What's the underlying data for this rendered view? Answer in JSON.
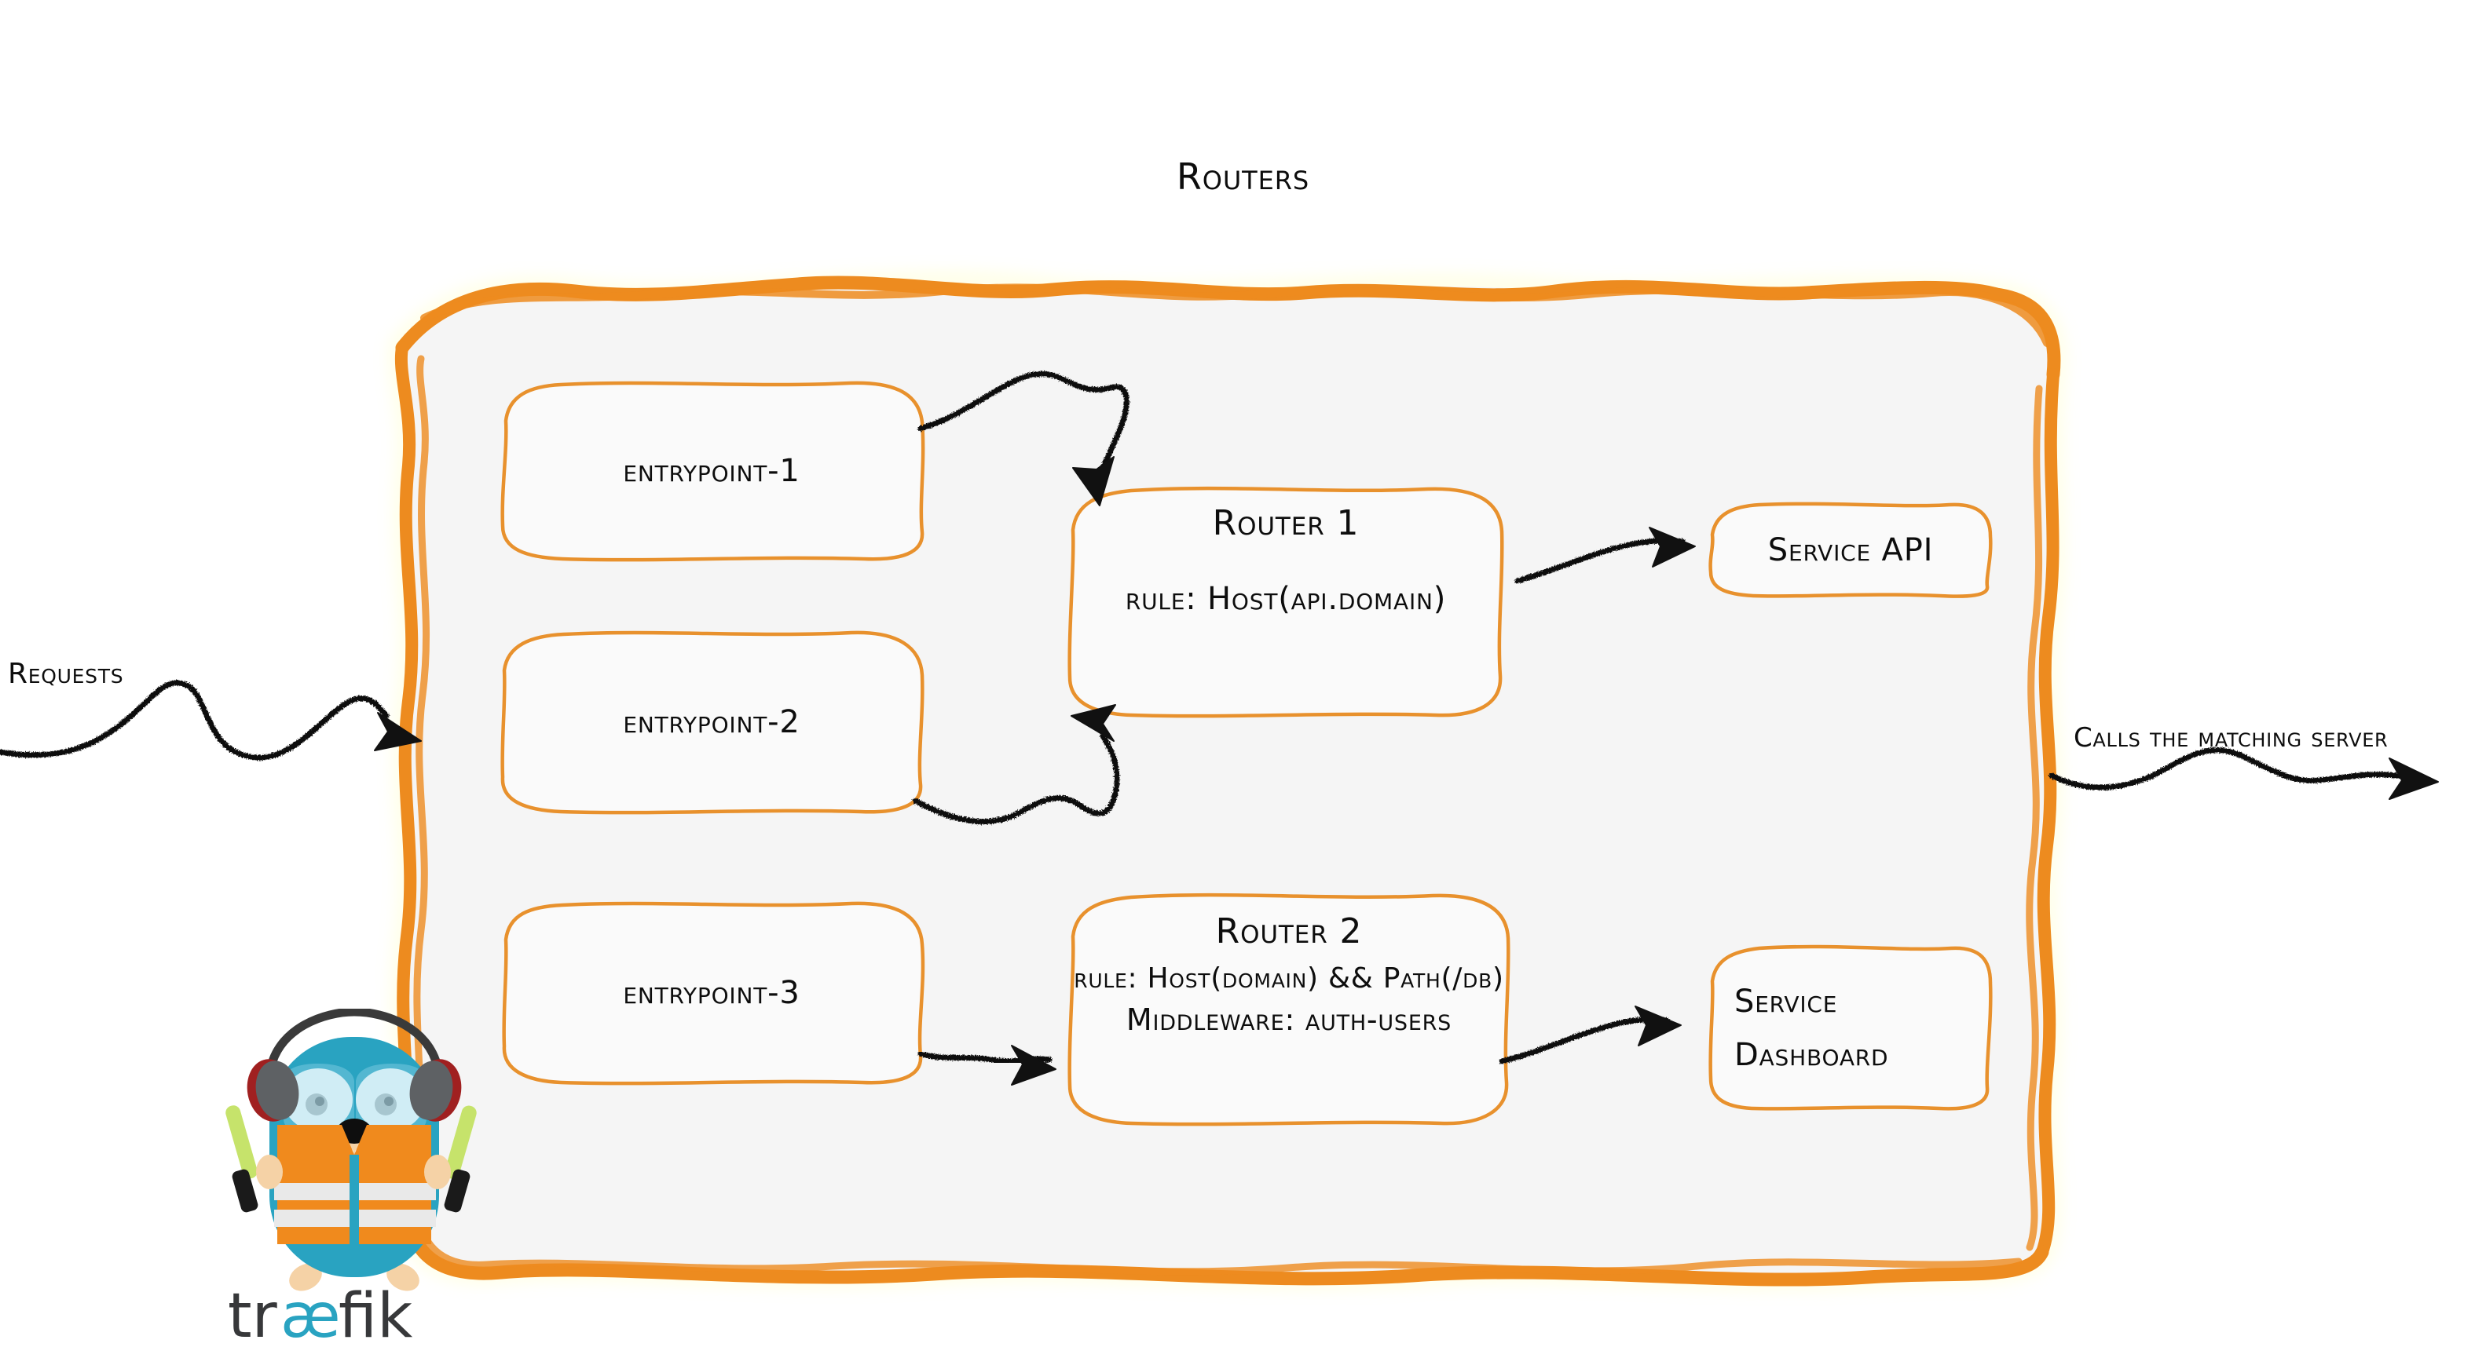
{
  "diagram": {
    "title": "Routers",
    "colors": {
      "accent_orange": "#ED8B1F",
      "node_border_orange": "#E8912D",
      "container_fill": "#F5F5F5",
      "node_fill": "#FAFAFA",
      "ink_black": "#0D0D0D",
      "traefik_blue": "#29A3C1",
      "traefik_orange": "#F08A1D",
      "traefik_dark": "#37383A",
      "baton_green": "#C6E36B"
    }
  },
  "labels": {
    "requests": "Requests",
    "calls_the_matching_server": "Calls the matching server"
  },
  "entrypoints": [
    {
      "name": "entrypoint-1"
    },
    {
      "name": "entrypoint-2"
    },
    {
      "name": "entrypoint-3"
    }
  ],
  "routers": [
    {
      "name": "Router 1",
      "rule": "rule: Host(api.domain)"
    },
    {
      "name": "Router 2",
      "rule": "rule: Host(domain) && Path(/db)",
      "middleware": "Middleware: auth-users"
    }
  ],
  "services": [
    {
      "name": "Service API"
    },
    {
      "name_line1": "Service",
      "name_line2": "Dashboard"
    }
  ],
  "logo": {
    "wordmark": "træfik",
    "mascot": "traefik-gopher-mascot"
  }
}
